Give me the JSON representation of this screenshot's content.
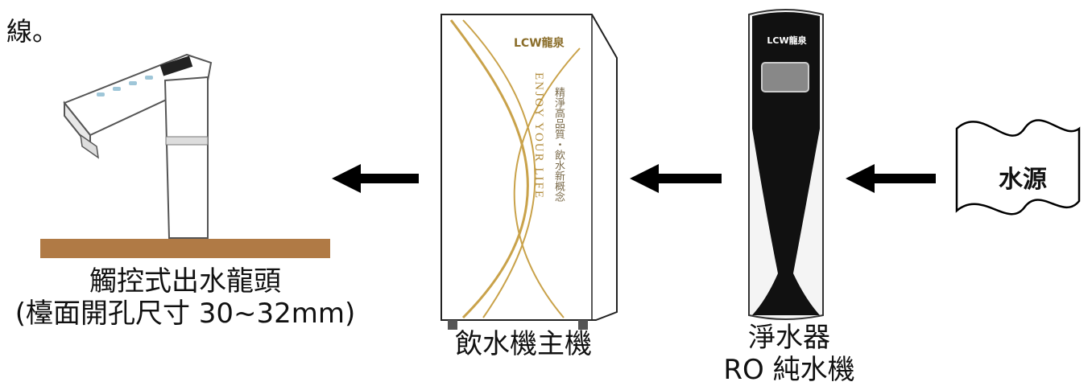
{
  "top_text": "線。",
  "faucet": {
    "label_line1": "觸控式出水龍頭",
    "label_line2": "(檯面開孔尺寸 30~32mm)"
  },
  "main_unit": {
    "label": "飲水機主機",
    "logo": "LCW龍泉",
    "slogan": "ENJOY YOUR LIFE",
    "vertical_text": "精淨高品質・飲水新概念"
  },
  "purifier": {
    "label_line1": "淨水器",
    "label_line2": "RO 純水機",
    "logo": "LCW龍泉"
  },
  "water_source": {
    "label": "水源"
  },
  "colors": {
    "arrow": "#000000",
    "counter_wood": "#b07a45",
    "gold": "#c9a24a",
    "purifier_body": "#111111"
  }
}
